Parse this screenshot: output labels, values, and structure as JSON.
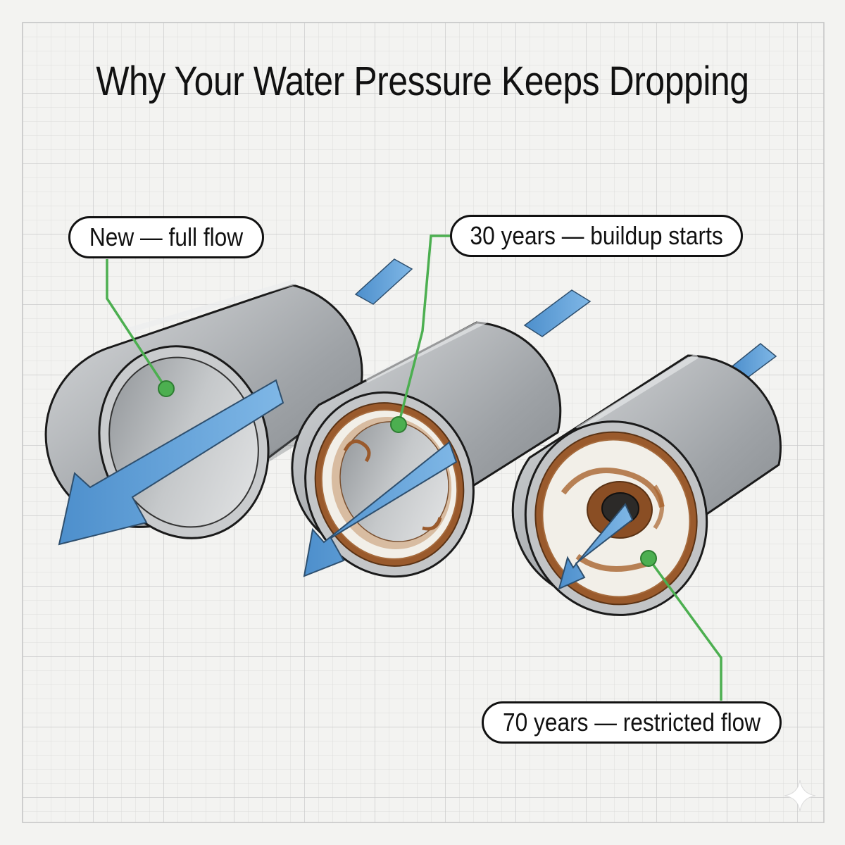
{
  "title": "Why Your Water Pressure Keeps Dropping",
  "callouts": {
    "new": "New — full flow",
    "thirty": "30 years — buildup starts",
    "seventy": "70 years — restricted flow"
  },
  "colors": {
    "background": "#f1f1ef",
    "grid": "#d6d7d7",
    "pipe_steel": "#a3a6aa",
    "water_arrow": "#5f9fd6",
    "leader_line": "#4caf50",
    "rust": "#9a5a2c",
    "scale_deposit": "#f2efe8"
  }
}
